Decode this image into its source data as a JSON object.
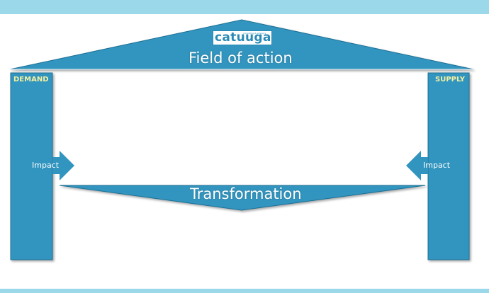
{
  "logo": {
    "text": "catuuga",
    "tagline": "consulting & advisory"
  },
  "roof": {
    "title": "Field of action"
  },
  "left_pillar": {
    "label": "DEMAND",
    "arrow_label": "Impact"
  },
  "right_pillar": {
    "label": "SUPPLY",
    "arrow_label": "Impact"
  },
  "floor": {
    "title": "Transformation"
  },
  "colors": {
    "shape_fill": "#3195bf",
    "shape_stroke": "#1f6f95",
    "band": "#9ad8ea",
    "pillar_label": "#f4f0a0"
  }
}
